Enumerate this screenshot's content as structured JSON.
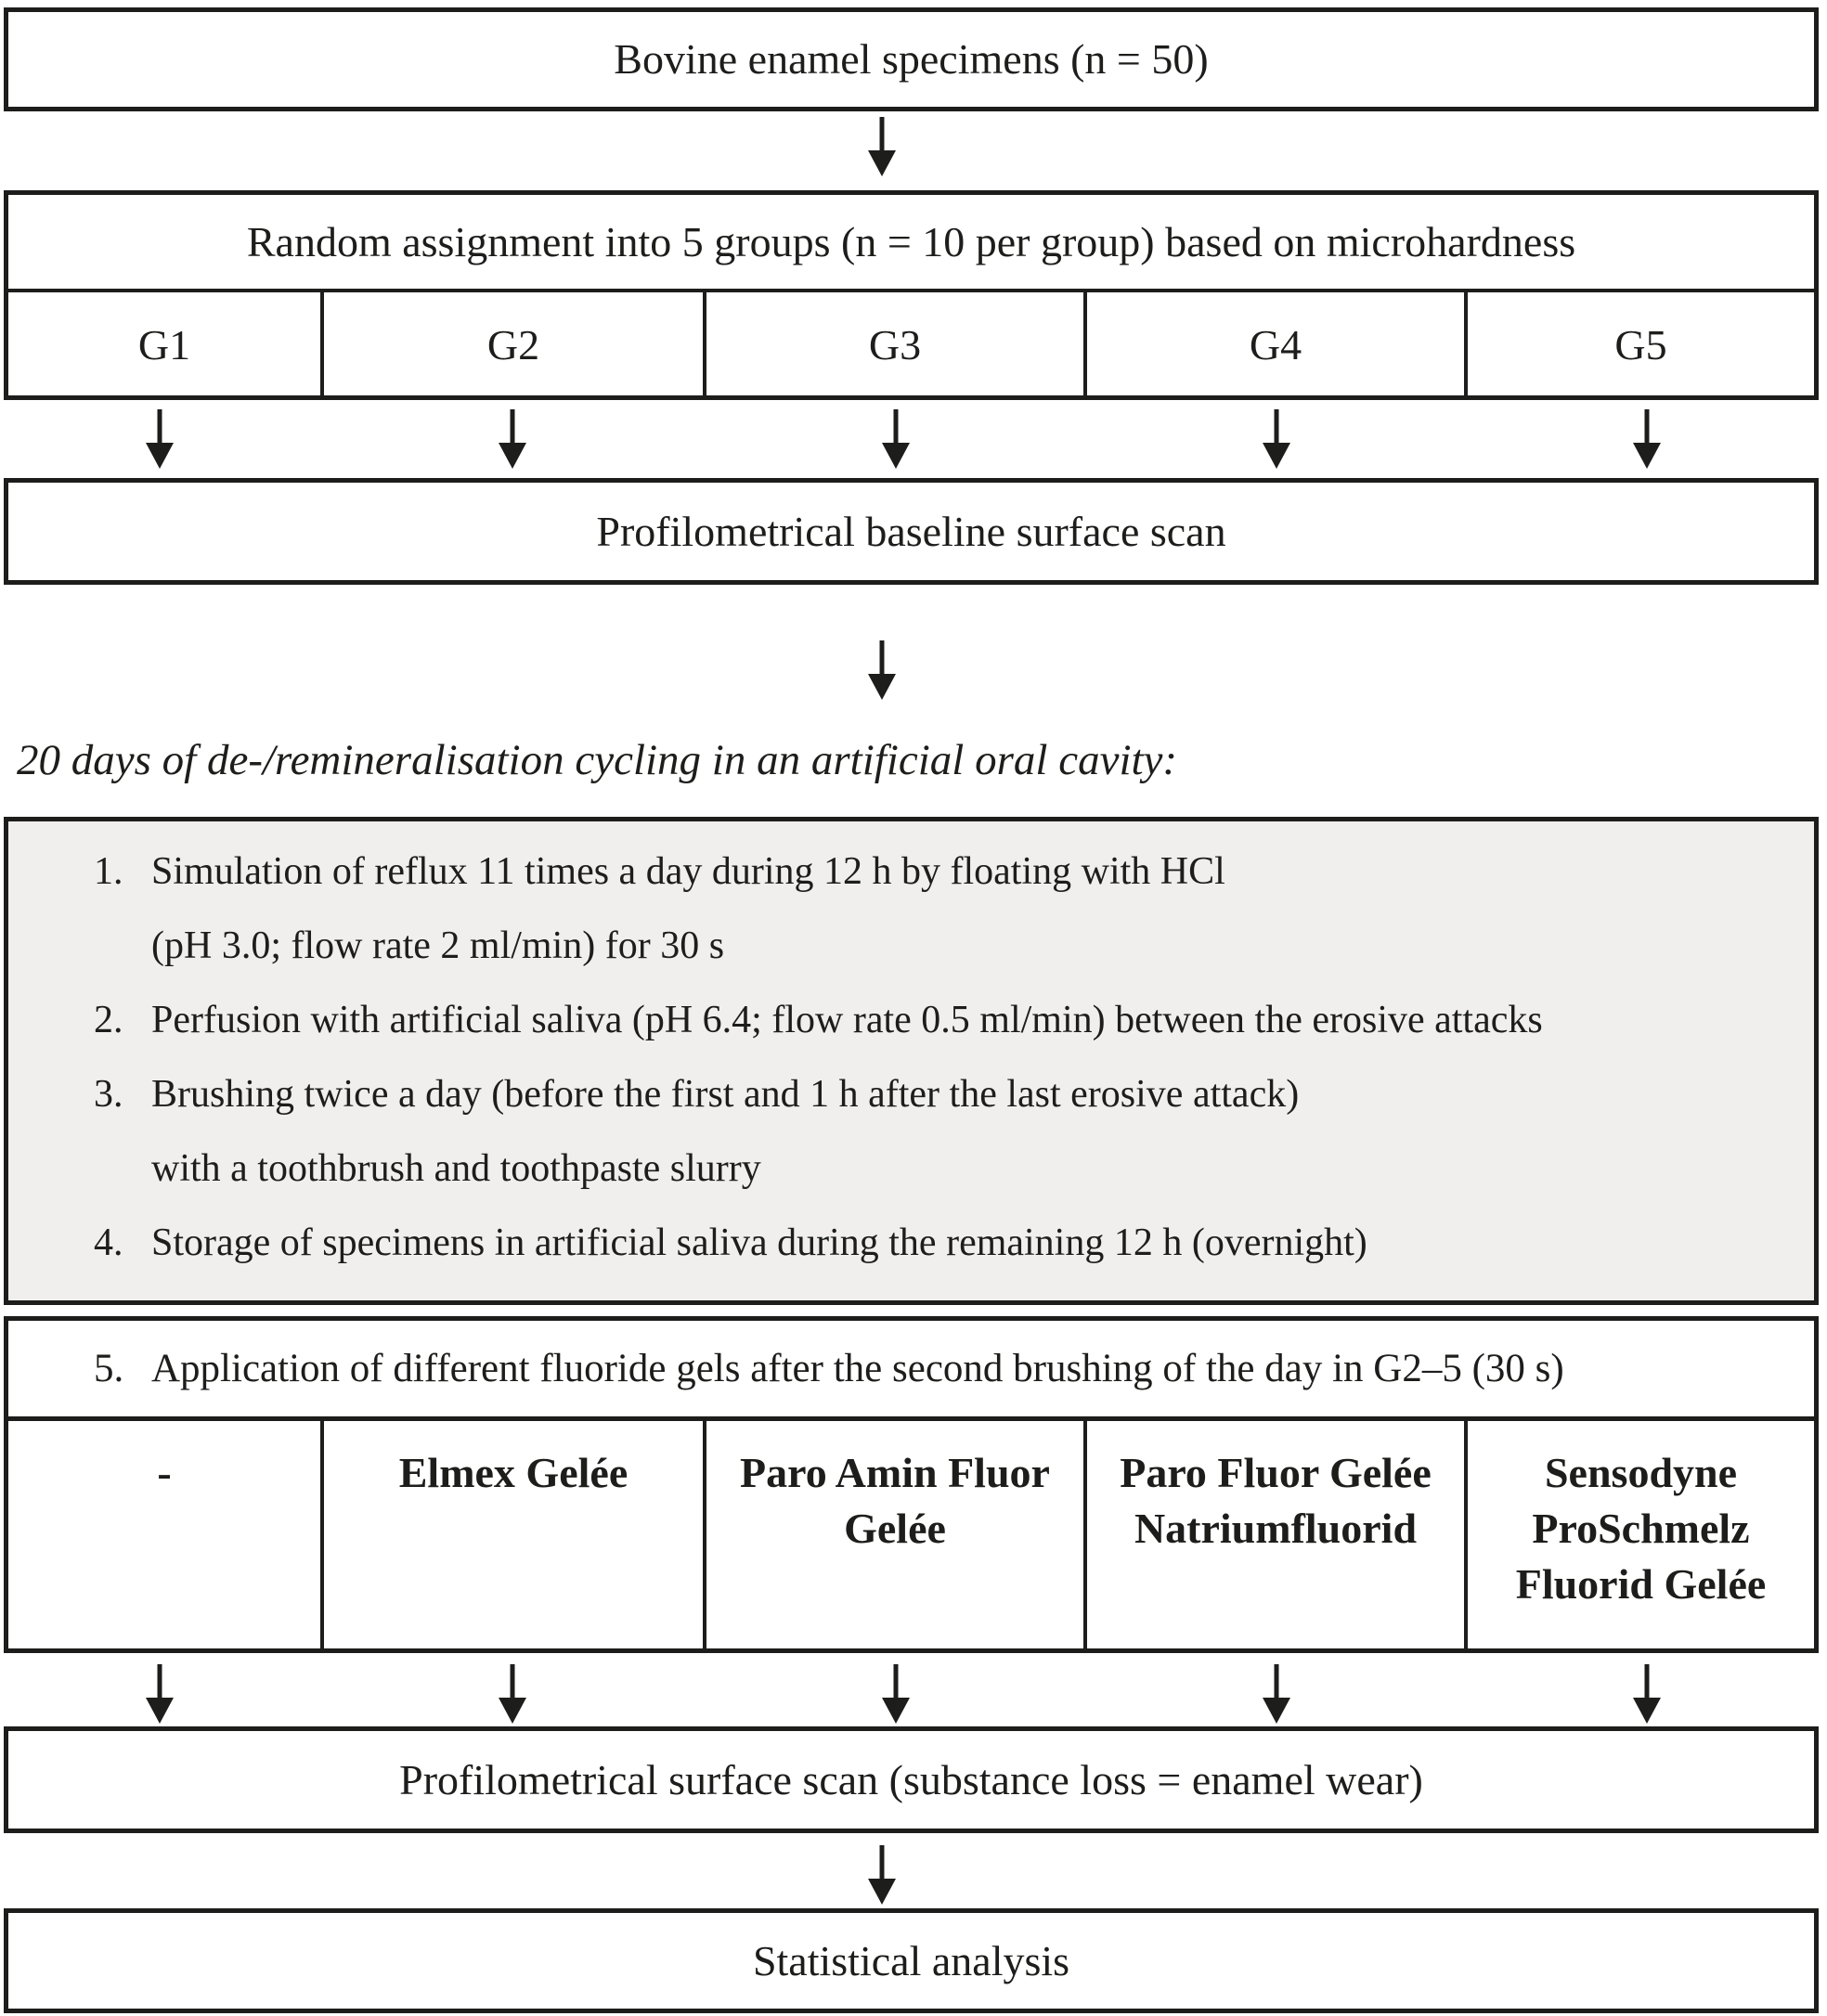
{
  "colors": {
    "ink": "#1d1d1b",
    "box_fill": "#ffffff",
    "cycling_box_fill": "#f0efed"
  },
  "flow": {
    "specimens_box": "Bovine enamel specimens (n = 50)",
    "assignment_box": "Random assignment into 5 groups (n = 10 per group) based on microhardness",
    "groups": [
      "G1",
      "G2",
      "G3",
      "G4",
      "G5"
    ],
    "baseline_box": "Profilometrical baseline surface scan",
    "cycling_heading": "20 days of de-/remineralisation cycling in an artificial oral cavity:",
    "cycling_steps": [
      {
        "num": "1.",
        "lines": [
          "Simulation of reflux 11 times a day during 12 h by floating with HCl",
          "(pH 3.0; flow rate 2 ml/min) for 30 s"
        ]
      },
      {
        "num": "2.",
        "lines": [
          "Perfusion with artificial saliva (pH 6.4; flow rate 0.5 ml/min) between the erosive attacks"
        ]
      },
      {
        "num": "3.",
        "lines": [
          "Brushing twice a day (before the first and 1 h after the last erosive attack)",
          "with a toothbrush and toothpaste slurry"
        ]
      },
      {
        "num": "4.",
        "lines": [
          "Storage of specimens in artificial saliva during the remaining 12 h (overnight)"
        ]
      }
    ],
    "application_step": {
      "num": "5.",
      "text": "Application of different fluoride gels after the second brushing of the day in G2–5 (30 s)"
    },
    "gels": [
      "-",
      "Elmex Gelée",
      "Paro Amin Fluor\nGelée",
      "Paro Fluor Gelée\nNatriumfluorid",
      "Sensodyne\nProSchmelz\nFluorid Gelée"
    ],
    "wear_box": "Profilometrical surface scan (substance loss = enamel wear)",
    "stats_box": "Statistical analysis"
  }
}
